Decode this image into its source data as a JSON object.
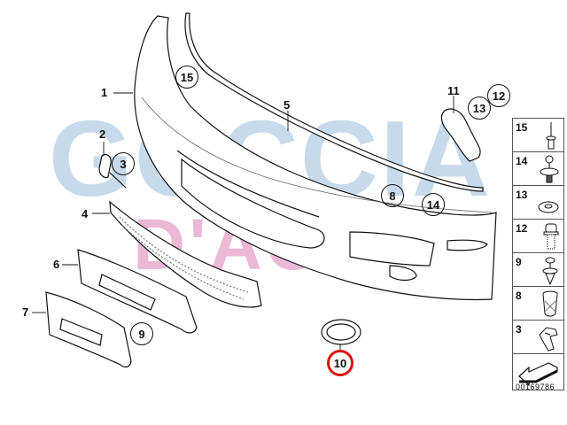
{
  "diagram": {
    "title": "Front bumper trim panel parts diagram",
    "watermark": {
      "line1": "GOCCIA",
      "line2": "D'ACQUA",
      "color_blue": "#c6daeb",
      "color_pink": "#ebb8d6"
    },
    "callouts": [
      {
        "id": "1",
        "label": "1",
        "style": "plain"
      },
      {
        "id": "2",
        "label": "2",
        "style": "plain"
      },
      {
        "id": "3",
        "label": "3",
        "style": "circled"
      },
      {
        "id": "4",
        "label": "4",
        "style": "plain"
      },
      {
        "id": "5",
        "label": "5",
        "style": "plain"
      },
      {
        "id": "6",
        "label": "6",
        "style": "plain"
      },
      {
        "id": "7",
        "label": "7",
        "style": "plain"
      },
      {
        "id": "8",
        "label": "8",
        "style": "circled"
      },
      {
        "id": "9",
        "label": "9",
        "style": "circled"
      },
      {
        "id": "10",
        "label": "10",
        "style": "circled-highlighted",
        "highlight_color": "#e01010"
      },
      {
        "id": "11",
        "label": "11",
        "style": "plain"
      },
      {
        "id": "12",
        "label": "12",
        "style": "circled"
      },
      {
        "id": "13",
        "label": "13",
        "style": "circled"
      },
      {
        "id": "14",
        "label": "14",
        "style": "circled"
      },
      {
        "id": "15",
        "label": "15",
        "style": "circled"
      }
    ],
    "legend": {
      "items": [
        {
          "label": "15",
          "icon": "rivet-icon"
        },
        {
          "label": "14",
          "icon": "expanding-rivet-icon"
        },
        {
          "label": "13",
          "icon": "washer-icon"
        },
        {
          "label": "12",
          "icon": "hex-bolt-icon"
        },
        {
          "label": "9",
          "icon": "push-clip-icon"
        },
        {
          "label": "8",
          "icon": "expansion-nut-icon"
        },
        {
          "label": "3",
          "icon": "bracket-clip-icon"
        },
        {
          "label": "",
          "icon": "direction-arrow-icon"
        }
      ]
    },
    "diagram_code": "00169786"
  }
}
